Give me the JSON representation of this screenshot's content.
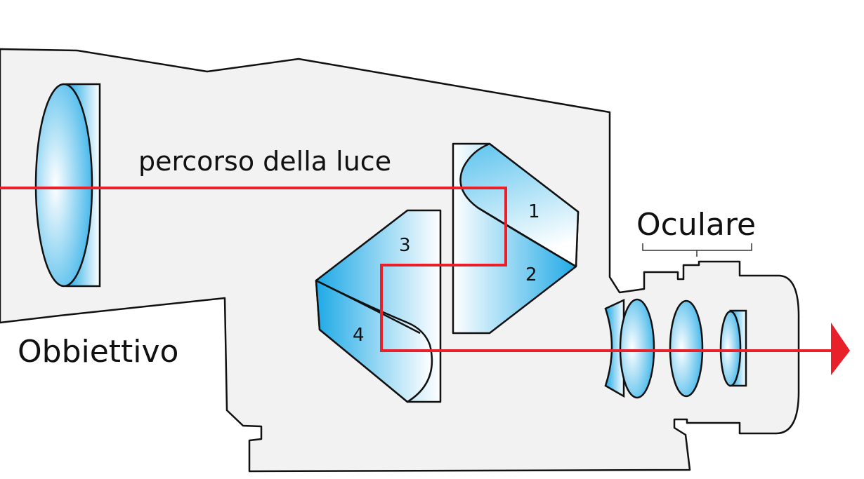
{
  "labels": {
    "light_path": "percorso della luce",
    "eyepiece": "Oculare",
    "objective": "Obbiettivo",
    "prism_faces": [
      "1",
      "2",
      "3",
      "4"
    ]
  },
  "colors": {
    "body_fill": "#f2f2f2",
    "outline": "#111111",
    "light_ray": "#e8202a",
    "glass_dark": "#1ea9e6",
    "glass_light": "#ffffff"
  }
}
